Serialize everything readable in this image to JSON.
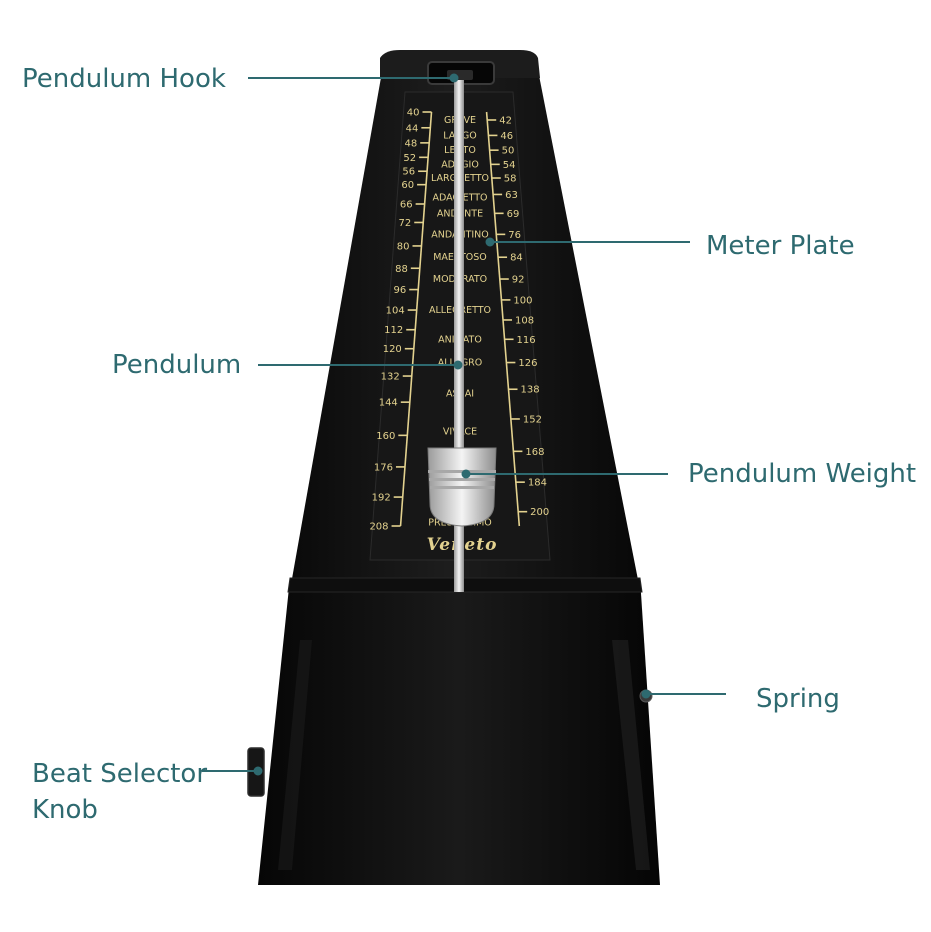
{
  "colors": {
    "callout_text": "#2e6a70",
    "callout_line": "#2e6a70",
    "body": "#101010",
    "plate": "#1b1b1b",
    "scale": "#e3d28f",
    "pendulum": "#f2f2f2"
  },
  "callouts": {
    "pendulum_hook": "Pendulum Hook",
    "meter_plate": "Meter Plate",
    "pendulum": "Pendulum",
    "pendulum_weight": "Pendulum Weight",
    "spring": "Spring",
    "beat_selector_line1": "Beat Selector",
    "beat_selector_line2": "Knob"
  },
  "brand": "Veneto",
  "left_scale": [
    40,
    44,
    48,
    52,
    56,
    60,
    66,
    72,
    80,
    88,
    96,
    104,
    112,
    120,
    132,
    144,
    160,
    176,
    192,
    208
  ],
  "right_scale": [
    42,
    46,
    50,
    54,
    58,
    63,
    69,
    76,
    84,
    92,
    100,
    108,
    116,
    126,
    138,
    152,
    168,
    184,
    200
  ],
  "tempo_markings": [
    "GRAVE",
    "LARGO",
    "LENTO",
    "ADAGIO",
    "LARGHETTO",
    "ADAGIETTO",
    "ANDANTE",
    "ANDANTINO",
    "MAESTOSO",
    "MODERATO",
    "ALLEGRETTO",
    "ANIMATO",
    "ALLEGRO",
    "ASSAI",
    "VIVACE",
    "PRESTISSIMO"
  ]
}
